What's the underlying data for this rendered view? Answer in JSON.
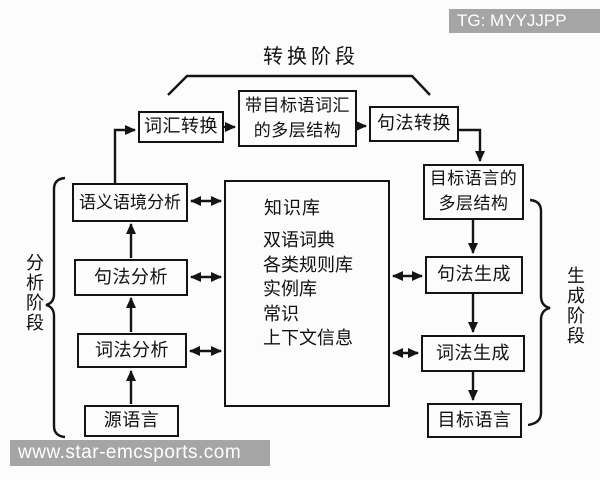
{
  "watermarks": {
    "top_right": "TG: MYYJJPP",
    "bottom_left": "www.star-emcsports.com"
  },
  "phases": {
    "transfer": "转换阶段",
    "analysis": "分析阶段",
    "generation": "生成阶段"
  },
  "boxes": {
    "lexical_transfer": "词汇转换",
    "target_word_structure": "带目标语词汇\n的多层结构",
    "syntax_transfer": "句法转换",
    "target_structure": "目标语言的\n多层结构",
    "semantic_analysis": "语义语境分析",
    "syntax_analysis": "句法分析",
    "lexical_analysis": "词法分析",
    "source_language": "源语言",
    "syntax_generation": "句法生成",
    "lexical_generation": "词法生成",
    "target_language": "目标语言"
  },
  "kb": {
    "title": "知识库",
    "items": [
      "双语词典",
      "各类规则库",
      "实例库",
      "常识",
      "上下文信息"
    ]
  },
  "colors": {
    "line": "#141414",
    "text": "#111111",
    "background": "#fcfcfc",
    "watermark_bg": "#a5a5a5",
    "watermark_text": "#ffffff"
  }
}
